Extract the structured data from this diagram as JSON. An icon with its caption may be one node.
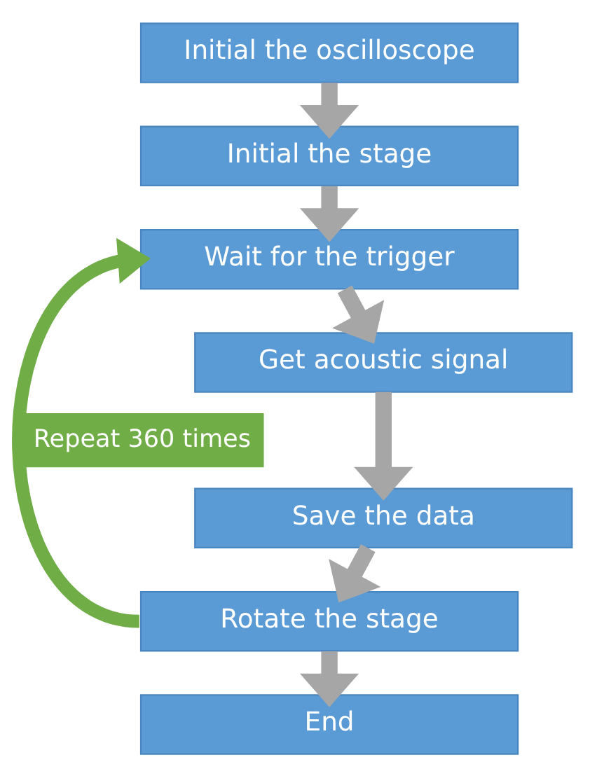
{
  "diagram": {
    "nodes": [
      {
        "text": [
          "Initial the oscilloscope"
        ]
      },
      {
        "text": [
          "Initial the stage"
        ]
      },
      {
        "text": [
          "Wait for the trigger"
        ]
      },
      {
        "text": [
          "Get acoustic signal"
        ]
      },
      {
        "text": [
          "Save the data"
        ]
      },
      {
        "text": [
          "Rotate the stage"
        ]
      },
      {
        "text": [
          "End"
        ]
      }
    ],
    "edges": [
      {
        "from": 0,
        "to": 1,
        "arrow": "to"
      },
      {
        "from": 1,
        "to": 2,
        "arrow": "to"
      },
      {
        "from": 2,
        "to": 3,
        "arrow": "to"
      },
      {
        "from": 3,
        "to": 4,
        "arrow": "to"
      },
      {
        "from": 4,
        "to": 5,
        "arrow": "to"
      },
      {
        "from": 5,
        "to": 6,
        "arrow": "to"
      },
      {
        "from": 5,
        "to": 2,
        "arrow": "to",
        "label": "Repeat 360 times",
        "color": "#70ad47"
      }
    ]
  }
}
